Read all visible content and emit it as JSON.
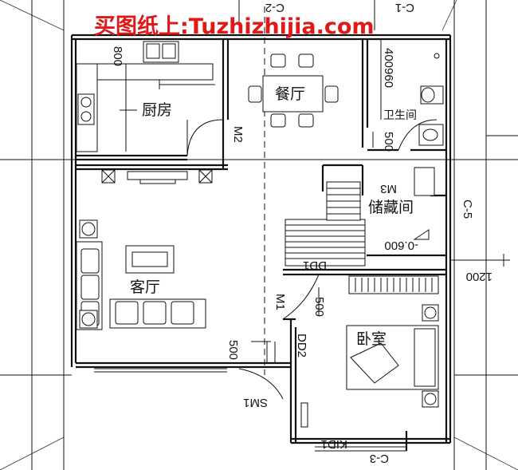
{
  "watermark": "买图纸上:Tuzhizhijia.com",
  "rooms": {
    "kitchen": "厨房",
    "dining": "餐厅",
    "bathroom": "卫生间",
    "storage": "储藏间",
    "living": "客厅",
    "bedroom": "卧室"
  },
  "labels": {
    "door_m2": "M2",
    "door_m3": "M3",
    "door_m1": "M1",
    "door_sm1": "SM1",
    "door_dd1": "DD1",
    "door_dd2": "DD2",
    "win_c2": "C-2",
    "win_c1": "C-1",
    "win_c3": "C-3",
    "win_c5": "C-5",
    "kitchen_dim": "800",
    "bath_dim": "400960",
    "bath_dim2": "500",
    "stair_level": "-0.600",
    "dim_1200": "1200",
    "dim_500_a": "500",
    "dim_500_b": "500",
    "kid1": "KID1"
  }
}
